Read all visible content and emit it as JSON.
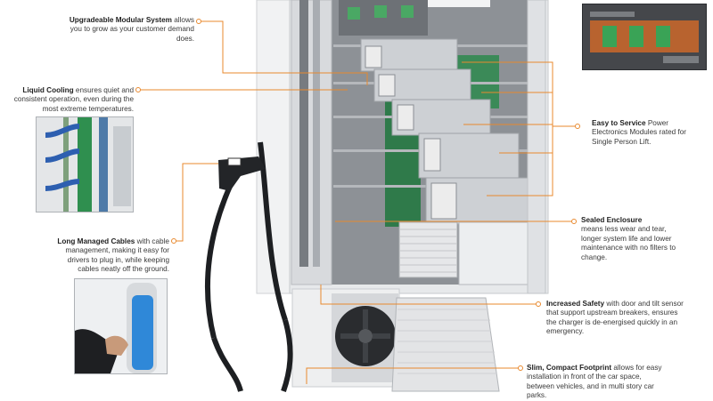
{
  "callouts": {
    "modular": {
      "title": "Upgradeable Modular System",
      "body": "allows you to grow as your customer demand does."
    },
    "liquid": {
      "title": "Liquid Cooling",
      "body": "ensures quiet and consistent operation,  even during the most extreme temperatures."
    },
    "cables": {
      "title": "Long Managed Cables",
      "body": "with cable management, making it easy for drivers to plug in, while keeping cables neatly off the ground."
    },
    "service": {
      "title": "Easy to Service",
      "body": "Power Electronics Modules rated for Single Person Lift."
    },
    "sealed": {
      "title": "Sealed Enclosure",
      "body": "means less wear and tear, longer system life and lower maintenance with no filters to change."
    },
    "safety": {
      "title": "Increased Safety",
      "body": "with door and tilt sensor that support upstream breakers, ensures the charger is de-energised quickly in an emergency."
    },
    "footprint": {
      "title": "Slim, Compact Footprint",
      "body": "allows for easy installation in front of the car space, between vehicles, and in multi story car parks."
    }
  },
  "colors": {
    "accent": "#e8892e",
    "module": "#c9ccd0",
    "frame": "#dfe1e4",
    "pcb": "#2f7a4a"
  },
  "icons": [
    "charger-cabinet-image",
    "cooling-pipes-photo",
    "connector-photo",
    "busbar-photo",
    "fan-icon"
  ]
}
